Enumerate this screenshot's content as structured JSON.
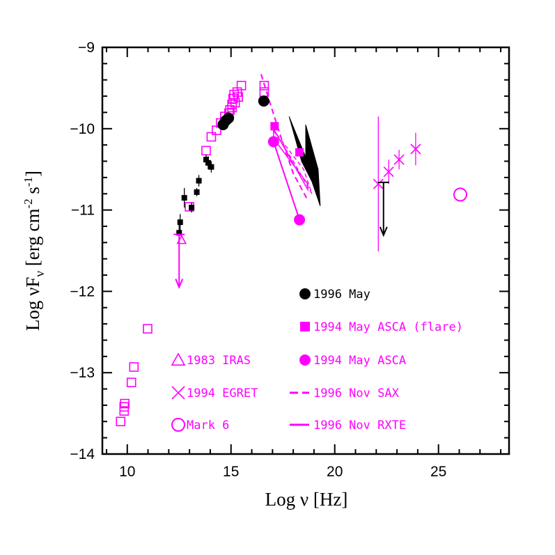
{
  "chart_data": {
    "type": "scatter",
    "xlabel": "Log ν  [Hz]",
    "ylabel": "Log νF_ν [erg cm^-2 s^-1]",
    "xlim": [
      8.8,
      28.4
    ],
    "ylim": [
      -14,
      -9
    ],
    "x_ticks": [
      "10",
      "15",
      "20",
      "25"
    ],
    "y_ticks": [
      "-9",
      "-10",
      "-11",
      "-12",
      "-13",
      "-14"
    ],
    "grid": false,
    "legend_position": "inside, lower-center",
    "colors": {
      "black": "#000000",
      "magenta": "#ff00ff"
    },
    "legend": [
      {
        "label": "1996 May",
        "marker": "filled-circle",
        "color": "#000000"
      },
      {
        "label": "1994 May ASCA (flare)",
        "marker": "filled-square",
        "color": "#ff00ff"
      },
      {
        "label": "1983 IRAS",
        "marker": "open-triangle",
        "color": "#ff00ff"
      },
      {
        "label": "1994 May ASCA",
        "marker": "filled-circle",
        "color": "#ff00ff"
      },
      {
        "label": "1994 EGRET",
        "marker": "cross",
        "color": "#ff00ff"
      },
      {
        "label": "1996 Nov SAX",
        "marker": "dashed-line",
        "color": "#ff00ff"
      },
      {
        "label": "Mark 6",
        "marker": "open-circle",
        "color": "#ff00ff"
      },
      {
        "label": "1996 Nov RXTE",
        "marker": "solid-line",
        "color": "#ff00ff"
      }
    ],
    "series": [
      {
        "marker": "open-square",
        "color": "#ff00ff",
        "x": [
          9.68,
          9.85,
          9.85,
          9.88,
          10.2,
          10.32,
          10.98,
          13.0,
          13.8,
          14.05,
          14.3,
          14.5,
          14.7,
          14.95,
          15.05,
          15.1,
          15.15,
          15.3,
          15.5,
          14.9,
          15.05,
          15.2,
          15.35,
          16.6,
          16.6
        ],
        "y": [
          -13.6,
          -13.47,
          -13.42,
          -13.38,
          -13.12,
          -12.93,
          -12.46,
          -10.96,
          -10.27,
          -10.1,
          -10.02,
          -9.93,
          -9.85,
          -9.77,
          -9.7,
          -9.63,
          -9.58,
          -9.55,
          -9.47,
          -9.81,
          -9.74,
          -9.68,
          -9.61,
          -9.47,
          -9.55
        ]
      },
      {
        "marker": "open-triangle",
        "color": "#ff00ff",
        "x": [
          12.62
        ],
        "y": [
          -11.37
        ]
      },
      {
        "marker": "filled-square",
        "color": "#000000",
        "x": [
          12.5,
          12.55,
          12.75,
          13.1,
          13.35,
          13.45,
          13.8,
          13.9,
          14.05
        ],
        "y": [
          -11.28,
          -11.15,
          -10.85,
          -10.97,
          -10.78,
          -10.64,
          -10.38,
          -10.42,
          -10.47
        ],
        "err": [
          0.12,
          0.1,
          0.12,
          0.06,
          0.05,
          0.07,
          0.06,
          0.08,
          0.07
        ]
      },
      {
        "marker": "filled-circle",
        "color": "#000000",
        "x": [
          14.62,
          14.75,
          14.88,
          16.58
        ],
        "y": [
          -9.95,
          -9.9,
          -9.87,
          -9.66
        ]
      },
      {
        "marker": "filled-square",
        "color": "#ff00ff",
        "x": [
          17.1,
          18.3
        ],
        "y": [
          -9.97,
          -10.29
        ]
      },
      {
        "marker": "filled-circle",
        "color": "#ff00ff",
        "x": [
          17.05,
          18.3
        ],
        "y": [
          -10.16,
          -11.12
        ]
      },
      {
        "marker": "cross",
        "color": "#ff00ff",
        "x": [
          22.1,
          22.6,
          23.1,
          23.9
        ],
        "y": [
          -10.68,
          -10.53,
          -10.38,
          -10.25
        ],
        "err": [
          0.83,
          0.15,
          0.12,
          0.2
        ]
      },
      {
        "marker": "open-circle",
        "color": "#ff00ff",
        "x": [
          26.05
        ],
        "y": [
          -10.81
        ]
      }
    ],
    "upper_limits": [
      {
        "x": 12.5,
        "y": -11.3,
        "color": "#ff00ff"
      },
      {
        "x": 22.35,
        "y": -10.66,
        "color": "#000000"
      }
    ],
    "sax_dashed": {
      "line": {
        "x": [
          16.45,
          16.9,
          17.4,
          18.0,
          18.7
        ],
        "y": [
          -9.33,
          -9.7,
          -10.1,
          -10.55,
          -10.88
        ]
      },
      "bowtie": {
        "x": [
          17.0,
          18.5,
          18.9,
          18.0
        ],
        "y": [
          -10.0,
          -10.5,
          -10.8,
          -10.4
        ]
      }
    },
    "rxte_solid": {
      "line": {
        "x": [
          17.05,
          18.3
        ],
        "y": [
          -10.16,
          -11.12
        ]
      },
      "band": {
        "x": [
          17.05,
          18.7,
          18.7,
          17.05
        ],
        "y": [
          -10.0,
          -10.75,
          -10.68,
          -10.12
        ]
      }
    },
    "black_bowtie": {
      "x": [
        17.8,
        18.6,
        18.6,
        19.2,
        19.3,
        18.9,
        18.4
      ],
      "y": [
        -9.85,
        -10.35,
        -9.95,
        -10.5,
        -10.95,
        -10.65,
        -10.4
      ]
    }
  }
}
